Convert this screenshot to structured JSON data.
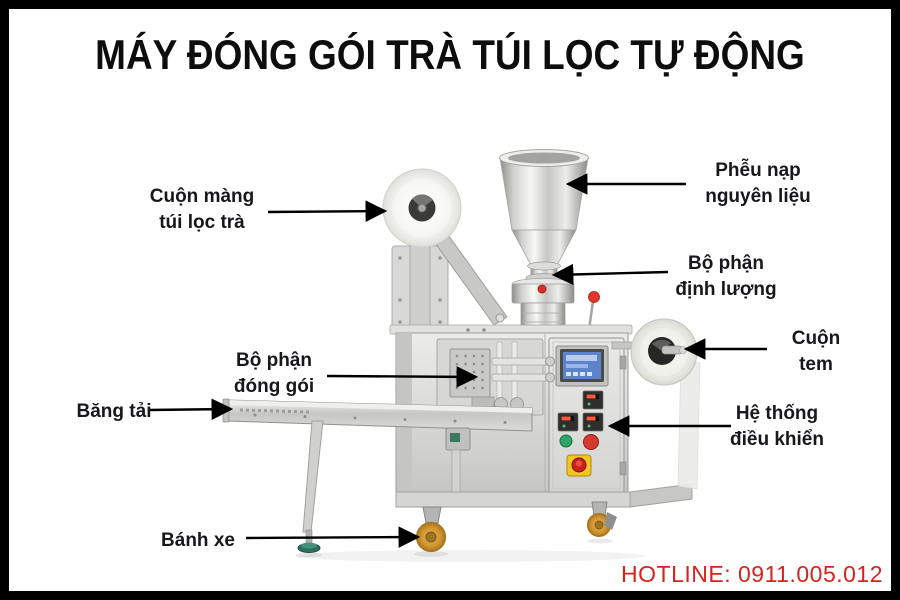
{
  "title": "MÁY ĐÓNG GÓI TRÀ TÚI LỌC TỰ ĐỘNG",
  "hotline": "HOTLINE: 0911.005.012",
  "labels": {
    "film_roll": "Cuộn màng\ntúi lọc trà",
    "hopper": "Phễu nạp\nnguyên liệu",
    "dosing_unit": "Bộ phận\nđịnh lượng",
    "stamp_roll": "Cuộn tem",
    "control_system": "Hệ thống\nđiều khiển",
    "packing_unit": "Bộ phận\nđóng gói",
    "conveyor": "Băng tải",
    "wheel": "Bánh xe"
  },
  "colors": {
    "frame_border": "#000000",
    "title_text": "#0d0d0d",
    "label_text": "#17171c",
    "arrow": "#000000",
    "hotline_text": "#d7231d",
    "estop_red": "#cc1f18",
    "estop_yellow": "#f2c522",
    "screen_blue": "#5c84cd",
    "wheel_yellow": "#d1962f",
    "machine_steel": "#d5d5d3"
  }
}
